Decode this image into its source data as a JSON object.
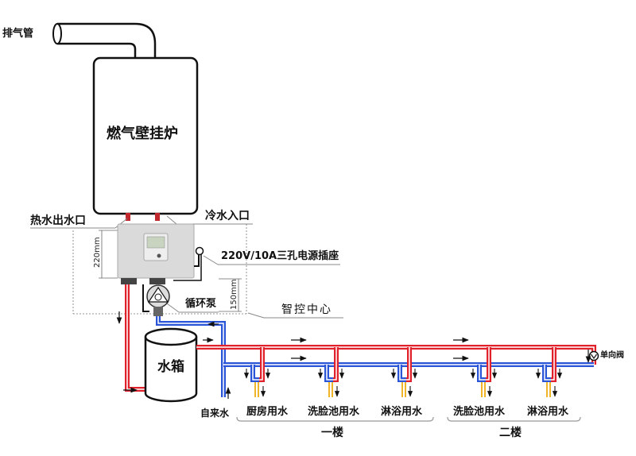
{
  "title": "燃气壁挂炉地暖热水循环系统示意图",
  "labels": {
    "exhaust_pipe": "排气管",
    "boiler": "燃气壁挂炉",
    "hot_outlet": "热水出水口",
    "cold_inlet": "冷水入口",
    "power_socket": "220V/10A三孔电源插座",
    "pump": "循环泵",
    "control_center": "智控中心",
    "water_tank": "水箱",
    "tap_water": "自来水",
    "check_valve": "单向阀",
    "dim_220": "220mm",
    "dim_150": "150mm"
  },
  "floors": [
    {
      "name": "一楼",
      "fixtures": [
        "厨房用水",
        "洗脸池用水",
        "淋浴用水"
      ]
    },
    {
      "name": "二楼",
      "fixtures": [
        "洗脸池用水",
        "淋浴用水"
      ]
    }
  ],
  "colors": {
    "hot_pipe": "#e0202a",
    "cold_pipe": "#2a55d6",
    "outlet_pipe": "#f0b429",
    "outline": "#111111",
    "controller_body": "#d9d9d9",
    "controller_screen": "#c8d4c0"
  }
}
